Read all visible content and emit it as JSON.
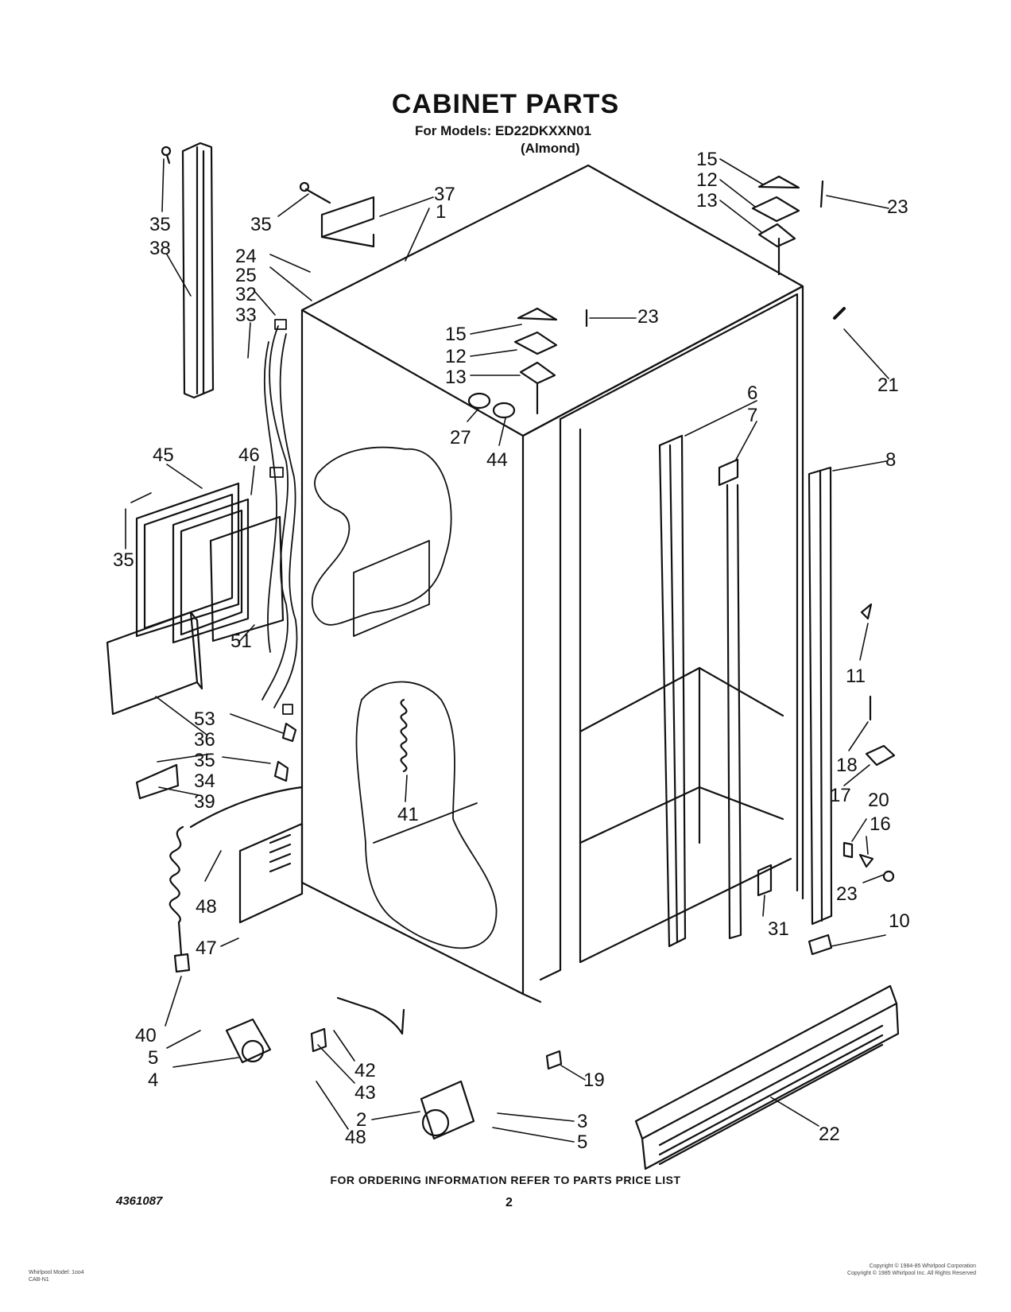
{
  "header": {
    "title": "CABINET PARTS",
    "models": "For Models: ED22DKXXN01",
    "color": "(Almond)"
  },
  "callouts": [
    {
      "id": "c35a",
      "text": "35"
    },
    {
      "id": "c38",
      "text": "38"
    },
    {
      "id": "c35b",
      "text": "35"
    },
    {
      "id": "c37",
      "text": "37"
    },
    {
      "id": "c1",
      "text": "1"
    },
    {
      "id": "c24",
      "text": "24"
    },
    {
      "id": "c25",
      "text": "25"
    },
    {
      "id": "c32",
      "text": "32"
    },
    {
      "id": "c33",
      "text": "33"
    },
    {
      "id": "c15a",
      "text": "15"
    },
    {
      "id": "c12a",
      "text": "12"
    },
    {
      "id": "c13a",
      "text": "13"
    },
    {
      "id": "c23a",
      "text": "23"
    },
    {
      "id": "c15b",
      "text": "15"
    },
    {
      "id": "c12b",
      "text": "12"
    },
    {
      "id": "c13b",
      "text": "13"
    },
    {
      "id": "c23b",
      "text": "23"
    },
    {
      "id": "c21",
      "text": "21"
    },
    {
      "id": "c27",
      "text": "27"
    },
    {
      "id": "c44",
      "text": "44"
    },
    {
      "id": "c6",
      "text": "6"
    },
    {
      "id": "c7",
      "text": "7"
    },
    {
      "id": "c8",
      "text": "8"
    },
    {
      "id": "c45",
      "text": "45"
    },
    {
      "id": "c46",
      "text": "46"
    },
    {
      "id": "c35c",
      "text": "35"
    },
    {
      "id": "c51",
      "text": "51"
    },
    {
      "id": "c11",
      "text": "11"
    },
    {
      "id": "c53",
      "text": "53"
    },
    {
      "id": "c36",
      "text": "36"
    },
    {
      "id": "c35d",
      "text": "35"
    },
    {
      "id": "c34",
      "text": "34"
    },
    {
      "id": "c39",
      "text": "39"
    },
    {
      "id": "c41",
      "text": "41"
    },
    {
      "id": "c18",
      "text": "18"
    },
    {
      "id": "c17",
      "text": "17"
    },
    {
      "id": "c20",
      "text": "20"
    },
    {
      "id": "c16",
      "text": "16"
    },
    {
      "id": "c23c",
      "text": "23"
    },
    {
      "id": "c48a",
      "text": "48"
    },
    {
      "id": "c31",
      "text": "31"
    },
    {
      "id": "c10",
      "text": "10"
    },
    {
      "id": "c47",
      "text": "47"
    },
    {
      "id": "c40",
      "text": "40"
    },
    {
      "id": "c5a",
      "text": "5"
    },
    {
      "id": "c4",
      "text": "4"
    },
    {
      "id": "c42",
      "text": "42"
    },
    {
      "id": "c43",
      "text": "43"
    },
    {
      "id": "c19",
      "text": "19"
    },
    {
      "id": "c22",
      "text": "22"
    },
    {
      "id": "c2",
      "text": "2"
    },
    {
      "id": "c48b",
      "text": "48"
    },
    {
      "id": "c3",
      "text": "3"
    },
    {
      "id": "c5b",
      "text": "5"
    }
  ],
  "footer": {
    "ordering_note": "FOR ORDERING INFORMATION REFER TO PARTS PRICE LIST",
    "doc_number": "4361087",
    "page": "2",
    "small_left_1": "Whirlpool Model: 1oo4",
    "small_left_2": "CAB-N1",
    "small_right_1": "Copyright © 1984-85 Whirlpool Corporation",
    "small_right_2": "Copyright © 1985 Whirlpool Inc. All Rights Reserved"
  }
}
